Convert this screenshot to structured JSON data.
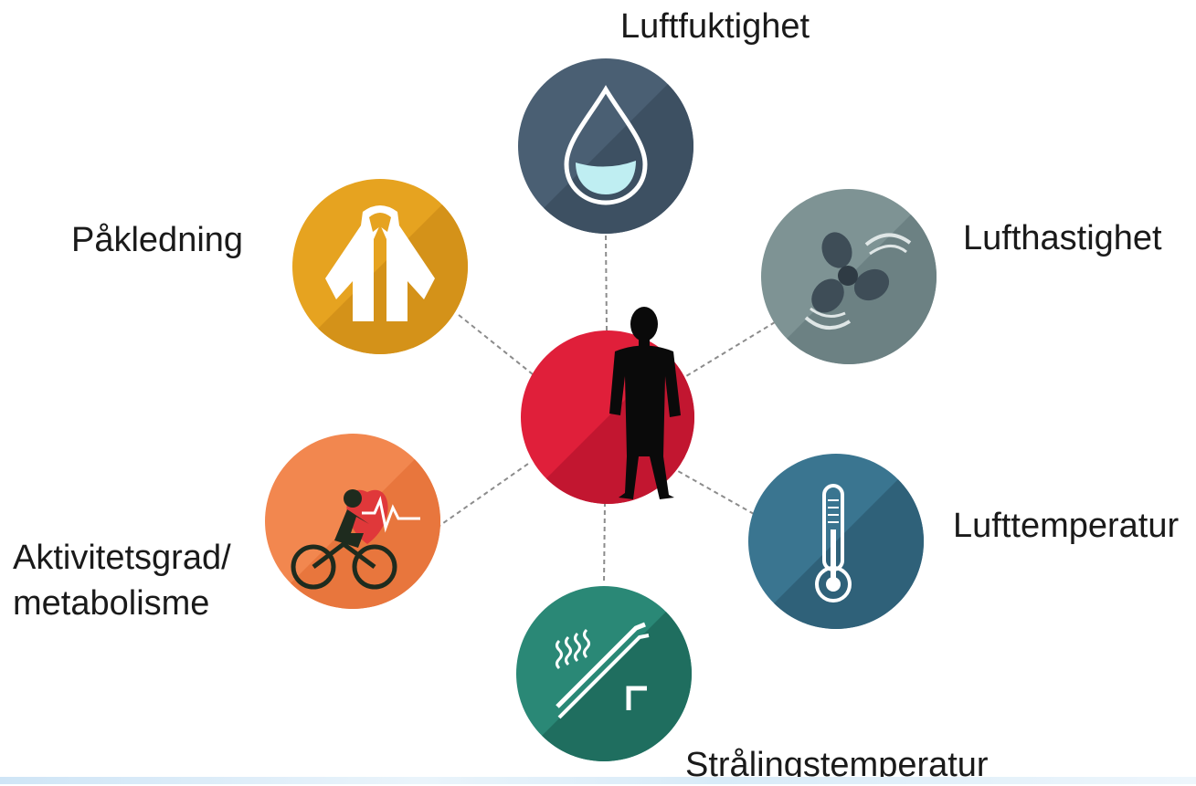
{
  "labels": {
    "top": "Luftfuktighet",
    "upper_right": "Lufthastighet",
    "upper_left": "Påkledning",
    "lower_right": "Lufttemperatur",
    "lower_left_line1": "Aktivitetsgrad/",
    "lower_left_line2": "metabolisme",
    "bottom": "Strålingstemperatur"
  },
  "icons": {
    "center": "person-silhouette-icon",
    "top": "water-drop-icon",
    "upper_right": "fan-icon",
    "lower_right": "thermometer-icon",
    "bottom": "radiant-heat-icon",
    "lower_left": "cyclist-heart-icon",
    "upper_left": "jacket-icon"
  },
  "colors": {
    "center": "#e01f3a",
    "humidity": "#4a5f73",
    "air_velocity": "#7e9394",
    "air_temperature": "#3a7590",
    "radiant_temperature": "#2a8876",
    "activity": "#f2874f",
    "clothing": "#e6a320"
  }
}
